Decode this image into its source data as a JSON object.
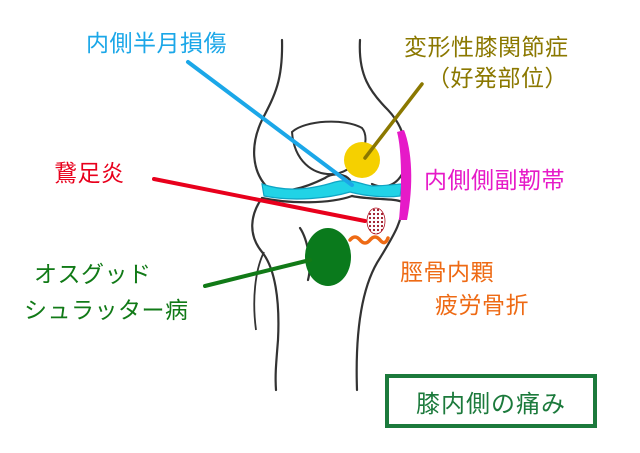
{
  "labels": {
    "meniscus": "内側半月損傷",
    "oa": "変形性膝関節症",
    "oa_sub": "（好発部位）",
    "pes_anserinus": "鵞足炎",
    "mcl": "内側側副靭帯",
    "osgood_line1": "オスグッド",
    "osgood_line2": "シュラッター病",
    "fracture_line1": "脛骨内顆",
    "fracture_line2": "疲労骨折"
  },
  "title": "膝内側の痛み",
  "colors": {
    "meniscus": "#1ba7e8",
    "oa": "#8b7800",
    "oa_marker": "#f5d000",
    "pes_anserinus": "#e8001c",
    "mcl": "#e61ac8",
    "osgood": "#117a17",
    "fracture": "#ee6a14",
    "title": "#1c7a3c",
    "bone_outline": "#333333"
  }
}
